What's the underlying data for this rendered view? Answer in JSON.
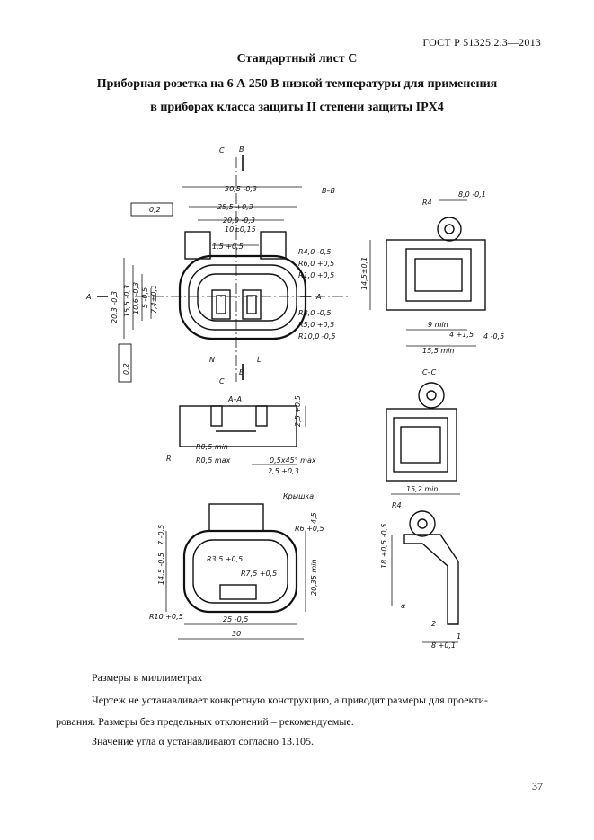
{
  "header": {
    "standard_code": "ГОСТ Р 51325.2.3—2013"
  },
  "titles": {
    "sheet": "Стандартный лист С",
    "line1": "Приборная розетка на 6 А 250 В низкой температуры для применения",
    "line2": "в приборах класса защиты II степени защиты IPX4"
  },
  "drawing": {
    "section_labels": {
      "bb": "B–B",
      "cc": "C–C",
      "aa": "A–A",
      "cover": "Крышка",
      "A": "A",
      "B": "B",
      "C": "C",
      "N": "N",
      "L": "L",
      "R": "R",
      "alpha": "α"
    },
    "dims_plan": [
      "30,5 -0,3",
      "25,5 +0,3",
      "20,0 -0,3",
      "10±0,15",
      "1,5 +0,5",
      "R4,0 -0,5",
      "R6,0 +0,5",
      "R1,0 +0,5",
      "R8,0 -0,5",
      "R5,0 +0,5",
      "R10,0 -0,5",
      "20,3 -0,3",
      "15,5 -0,3",
      "10,6 -0,3",
      "5 -0,5",
      "7,4±0,1",
      "0,2",
      "0,2"
    ],
    "dims_bb": [
      "R4",
      "8,0 -0,1",
      "14,5±0,1",
      "9 min",
      "4 +1,5",
      "15,5 min",
      "4 -0,5"
    ],
    "dims_aa": [
      "2,5 +0,5",
      "R0,5 min",
      "R0,5 max",
      "0,5x45° max",
      "2,5 +0,3"
    ],
    "dims_cc": [
      "15,2 min",
      "R4",
      "18 +0,5 -0,5",
      "2",
      "8 +0,1",
      "1"
    ],
    "dims_cover": [
      "4,5",
      "7 -0,5",
      "R6 +0,5",
      "R3,5 +0,5",
      "R7,5 +0,5",
      "14,5 -0,5",
      "20,35 min",
      "R10 +0,5",
      "25 -0,5",
      "30"
    ]
  },
  "notes": {
    "units": "Размеры в миллиметрах",
    "line2a": "Чертеж не устанавливает конкретную конструкцию, а приводит размеры для проекти-",
    "line2b": "рования. Размеры без предельных отклонений – рекомендуемые.",
    "line3": "Значение угла α устанавливают согласно 13.105."
  },
  "page_number": "37"
}
